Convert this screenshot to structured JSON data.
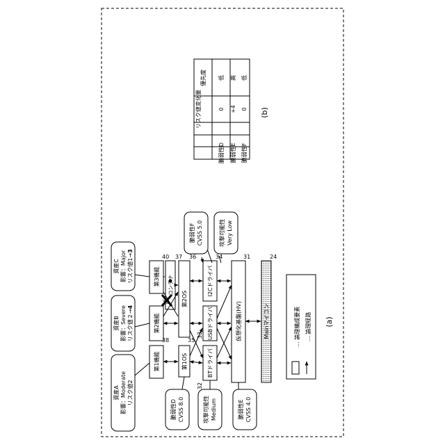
{
  "panel_a": {
    "caption": "(a)",
    "components": {
      "func1": "第1機能",
      "func2": "第2機能",
      "func3": "第3機能",
      "container": "コンテナ",
      "os1": "第1OS",
      "os2": "第2OS",
      "bt_driver": "BTドライバ",
      "usb_driver": "USBドライバ",
      "i2c_driver": "I2Cドライバ",
      "hypervisor": "仮想化基盤(HV)",
      "main_mcu": "Mainマイコン"
    },
    "refs": {
      "func1": "38",
      "func2": "39",
      "func3": "40",
      "container": "37",
      "os1": "35",
      "os2": "36",
      "bt_driver": "32",
      "usb_driver": "33",
      "i2c_driver": "34",
      "hypervisor": "31",
      "main_mcu": "24"
    },
    "callouts": {
      "asset_a": [
        "資産A",
        "影響：Moderate",
        "リスク値2"
      ],
      "asset_b_l1": "資産B",
      "asset_b_l2": "影響：Severe",
      "asset_b_l3_pre": "リスク値２→",
      "asset_b_l3_bold": "4",
      "asset_c_l1": "資産C",
      "asset_c_l2": "影響：Major",
      "asset_c_l3_pre": "リスク値1→",
      "asset_c_l3_bold": "3",
      "vuln_d": [
        "脆弱性D",
        "CVSS 8.0"
      ],
      "vuln_e": [
        "脆弱性E",
        "CVSS 4.0"
      ],
      "vuln_f": [
        "脆弱性F",
        "CVSS 5.0"
      ],
      "attack_medium": [
        "攻撃可能性",
        "Medium"
      ],
      "attack_verylow": [
        "攻撃可能性",
        "Very Low"
      ]
    },
    "legend": {
      "element": "… 論理構成要素",
      "path": "… 論理経路"
    }
  },
  "panel_b": {
    "caption": "(b)",
    "table": {
      "headers": [
        "",
        "リスク値変化量",
        "優先度"
      ],
      "rows": [
        [
          "脆弱性D",
          "0",
          "低"
        ],
        [
          "脆弱性E",
          "+4",
          "高"
        ],
        [
          "脆弱性F",
          "0",
          "低"
        ]
      ]
    }
  }
}
